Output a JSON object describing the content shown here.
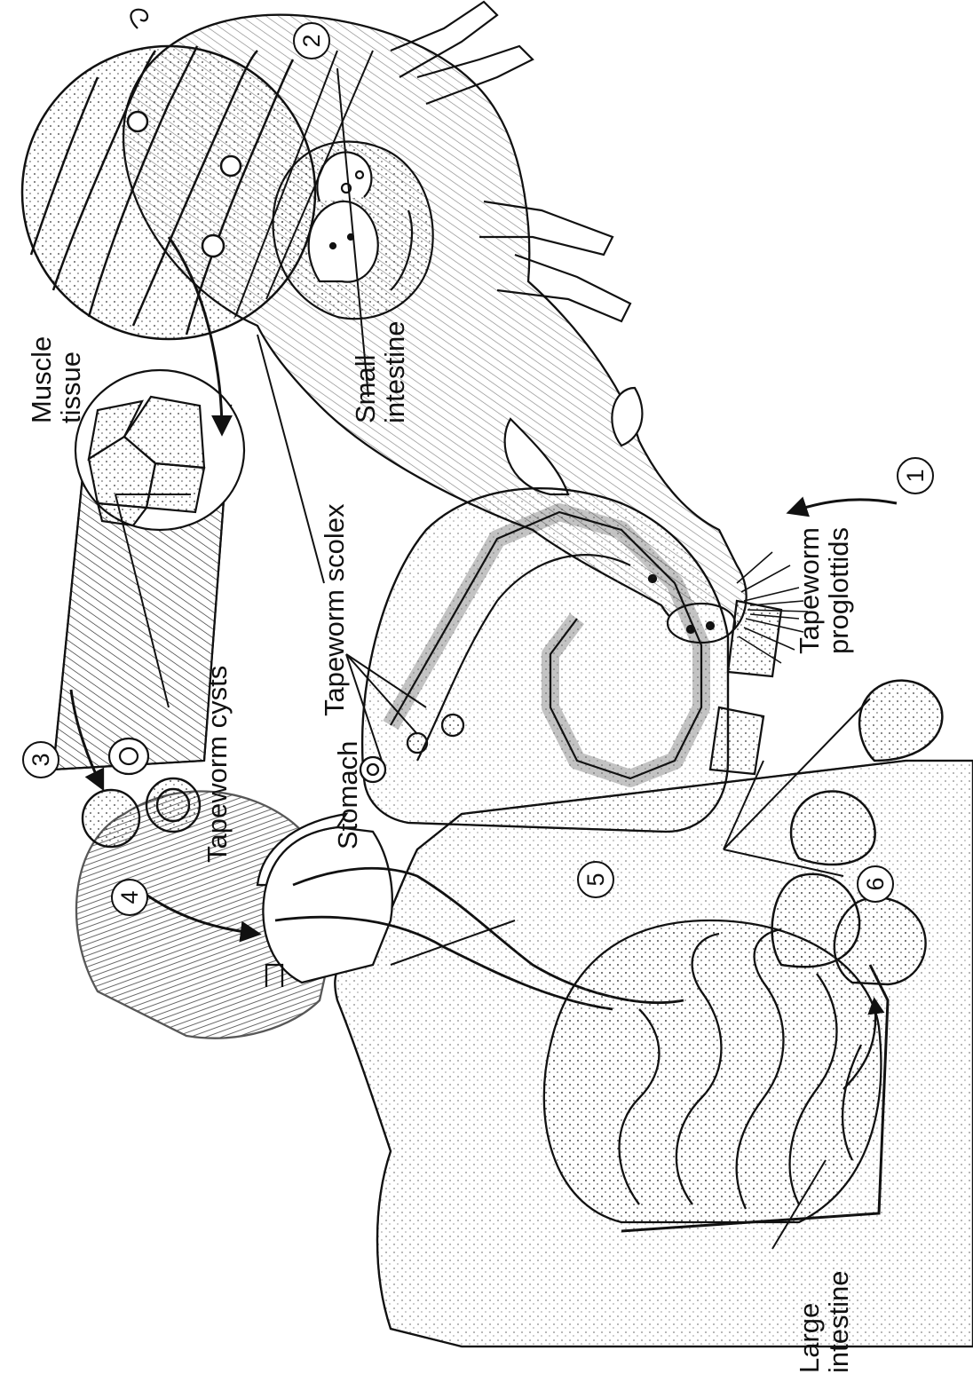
{
  "steps": [
    "1",
    "2",
    "3",
    "4",
    "5",
    "6"
  ],
  "labels": {
    "muscle_tissue": "Muscle\ntissue",
    "small_intestine": "Small\nintestine",
    "tapeworm_cysts": "Tapeworm cysts",
    "tapeworm_scolex": "Tapeworm scolex",
    "tapeworm_proglottids": "Tapeworm\nproglottids",
    "stomach": "Stomach",
    "large_intestine": "Large\nintestine"
  },
  "colors": {
    "ink": "#111111",
    "paper": "#ffffff"
  }
}
